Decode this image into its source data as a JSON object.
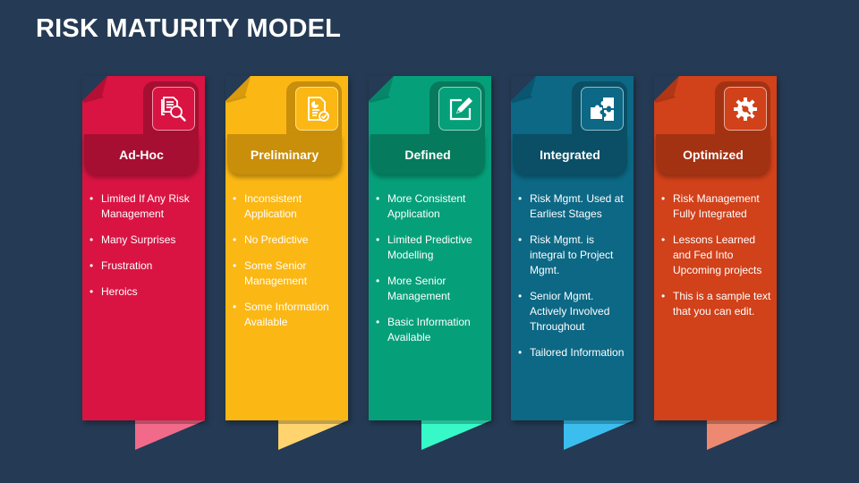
{
  "title": "RISK MATURITY MODEL",
  "colors": {
    "background": "#253a54",
    "adhoc": {
      "main": "#d91442",
      "dark": "#a60f31",
      "fold": "#b50f35",
      "tail": "#f26a89"
    },
    "preliminary": {
      "main": "#fbb714",
      "dark": "#c98e0a",
      "fold": "#d99a0c",
      "tail": "#ffd46e"
    },
    "defined": {
      "main": "#05a07a",
      "dark": "#067a5c",
      "fold": "#07876a",
      "tail": "#37f9c8"
    },
    "integrated": {
      "main": "#0c6885",
      "dark": "#0a4f66",
      "fold": "#0a5670",
      "tail": "#3bbeed"
    },
    "optimized": {
      "main": "#d1411a",
      "dark": "#a33213",
      "fold": "#b03716",
      "tail": "#ed8970"
    }
  },
  "stages": [
    {
      "name": "Ad-Hoc",
      "icon": "document-search-icon",
      "bullets": [
        "Limited If Any Risk Management",
        "Many Surprises",
        "Frustration",
        "Heroics"
      ]
    },
    {
      "name": "Preliminary",
      "icon": "report-check-icon",
      "bullets": [
        "Inconsistent Application",
        "No Predictive",
        "Some Senior Management",
        "Some Information Available"
      ]
    },
    {
      "name": "Defined",
      "icon": "edit-icon",
      "bullets": [
        "More Consistent Application",
        "Limited Predictive Modelling",
        "More Senior Management",
        "Basic Information Available"
      ]
    },
    {
      "name": "Integrated",
      "icon": "puzzle-icon",
      "bullets": [
        "Risk Mgmt. Used at Earliest Stages",
        "Risk Mgmt. is integral to Project Mgmt.",
        "Senior Mgmt. Actively Involved Throughout",
        "Tailored Information"
      ]
    },
    {
      "name": "Optimized",
      "icon": "gear-wrench-icon",
      "bullets": [
        "Risk Management Fully Integrated",
        "Lessons Learned and Fed Into Upcoming projects",
        "This is a sample text that you can edit."
      ]
    }
  ]
}
